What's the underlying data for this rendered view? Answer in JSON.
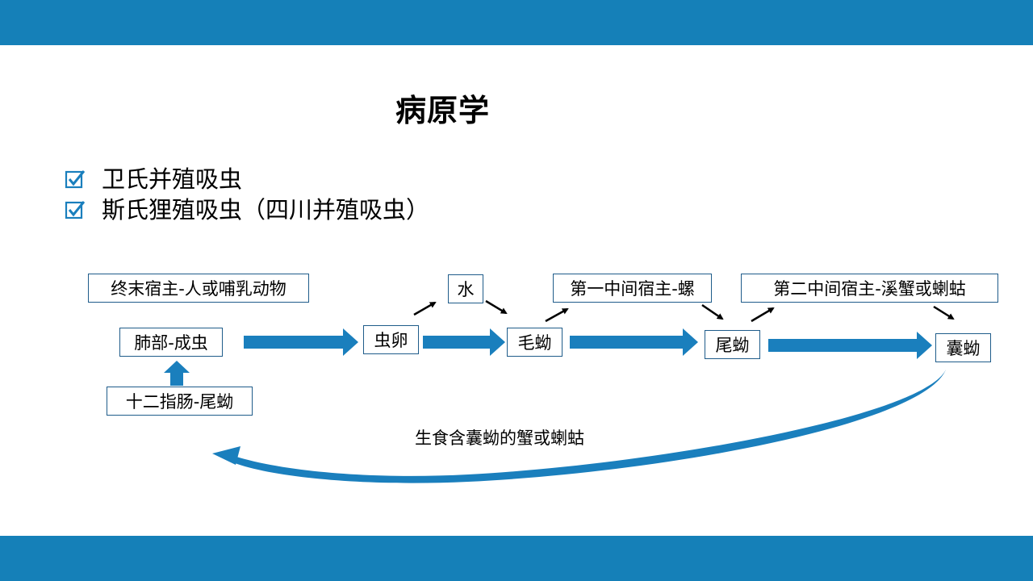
{
  "title": "病原学",
  "bullets": [
    "卫氏并殖吸虫",
    "斯氏狸殖吸虫（四川并殖吸虫）"
  ],
  "diagram": {
    "definitive_host": "终末宿主-人或哺乳动物",
    "adult": "肺部-成虫",
    "duodenum": "十二指肠-尾蚴",
    "egg": "虫卵",
    "water": "水",
    "miracidium": "毛蚴",
    "first_host": "第一中间宿主-螺",
    "cercaria": "尾蚴",
    "second_host": "第二中间宿主-溪蟹或蝲蛄",
    "metacercaria": "囊蚴",
    "infection_note": "生食含囊蚴的蟹或蝲蛄"
  },
  "colors": {
    "band": "#1580b8",
    "arrow": "#1a7fbd",
    "checkbox": "#1a7fbd"
  }
}
